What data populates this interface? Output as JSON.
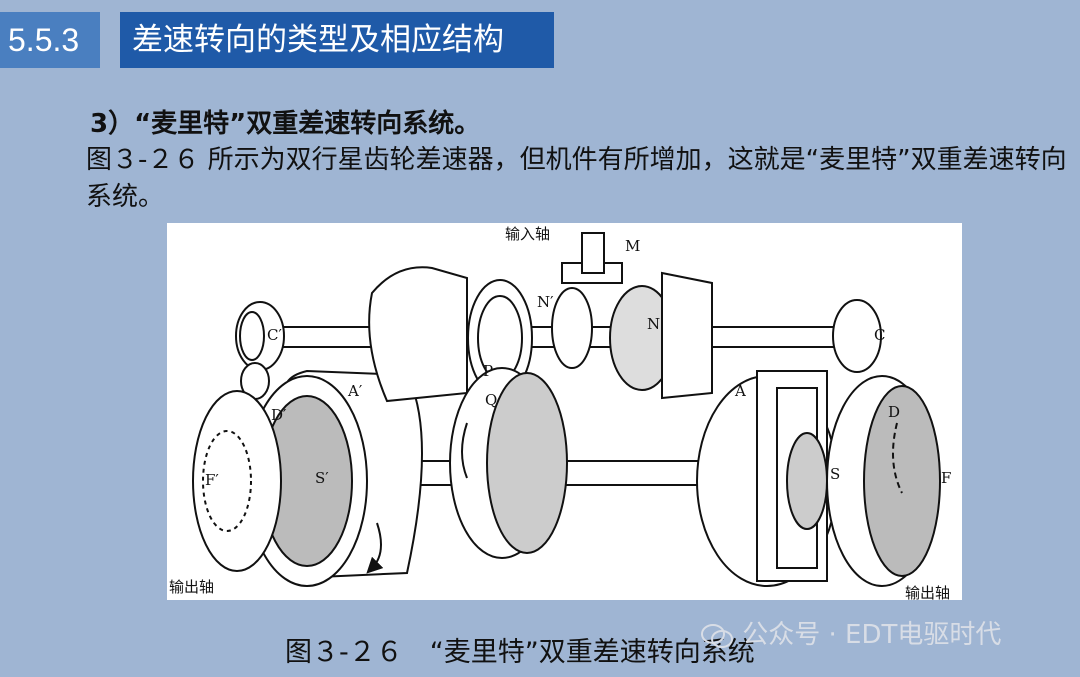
{
  "header": {
    "section_number": "5.5.3",
    "section_title": "差速转向的类型及相应结构"
  },
  "content": {
    "subheading": "3）“麦里特”双重差速转向系统。",
    "paragraph": "图３-２６ 所示为双行星齿轮差速器，但机件有所增加，这就是“麦里特”双重差速转向系统。"
  },
  "figure": {
    "labels": {
      "input_shaft": "输入轴",
      "output_shaft_left": "输出轴",
      "output_shaft_right": "输出轴",
      "M": "M",
      "N_prime": "N′",
      "N": "N",
      "P": "P",
      "Q": "Q",
      "C_prime": "C′",
      "C": "C",
      "A_prime": "A′",
      "A": "A",
      "D_prime": "D′",
      "D": "D",
      "S_prime": "S′",
      "S": "S",
      "F_prime": "F′",
      "F": "F"
    }
  },
  "caption": "图３-２６　“麦里特”双重差速转向系统",
  "watermark": {
    "icon": "wechat-icon",
    "text": "公众号 · EDT电驱时代"
  }
}
